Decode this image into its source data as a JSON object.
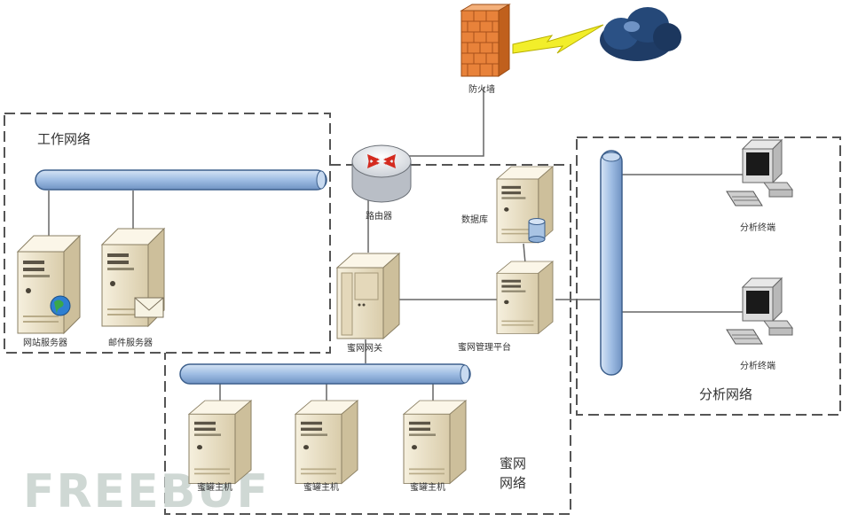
{
  "nodes": {
    "firewall": "防火墙",
    "router": "路由器",
    "database": "数据库",
    "honeynet_gateway": "蜜网网关",
    "honeynet_mgmt": "蜜网管理平台",
    "web_server": "网站服务器",
    "mail_server": "邮件服务器",
    "honeypot_1": "蜜罐主机",
    "honeypot_2": "蜜罐主机",
    "honeypot_3": "蜜罐主机",
    "analysis_terminal_1": "分析终端",
    "analysis_terminal_2": "分析终端"
  },
  "zones": {
    "work": "工作网络",
    "analysis": "分析网络",
    "honeynet_line1": "蜜网",
    "honeynet_line2": "网络"
  },
  "watermark": "FREEBUF",
  "colors": {
    "bus_fill": "#a9c4e4",
    "bus_stroke": "#3c5f8c",
    "server_body": "#efe6cf",
    "firewall": "#e8823a",
    "cloud": "#1f3c66",
    "lightning": "#f2ee2a",
    "dashed_border": "#555555"
  }
}
